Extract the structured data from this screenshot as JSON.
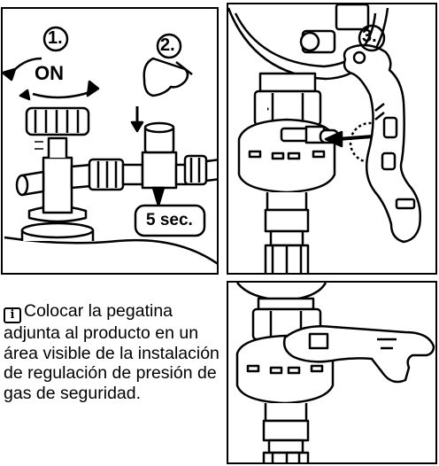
{
  "step1": {
    "number": "1.",
    "action": "ON"
  },
  "step2": {
    "number": "2.",
    "duration": "5 sec."
  },
  "step3": {
    "number": "3."
  },
  "info": {
    "icon": "info-icon",
    "glyph": "i",
    "text": "Colocar la pegatina adjunta al producto en un área visible de la instalación de regulación de presión de gas de seguridad."
  }
}
